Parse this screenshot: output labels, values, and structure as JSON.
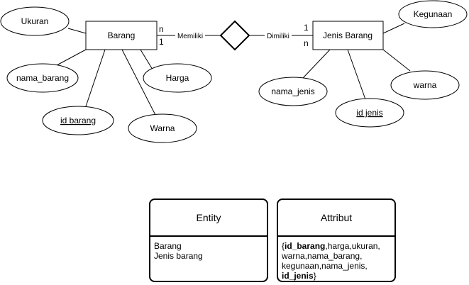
{
  "entities": {
    "barang": "Barang",
    "jenis_barang": "Jenis Barang"
  },
  "relationship": {
    "left_label": "Memiliki",
    "right_label": "Dimiliki",
    "card_n_left": "n",
    "card_1_left": "1",
    "card_1_right": "1",
    "card_n_right": "n"
  },
  "attributes": {
    "ukuran": "Ukuran",
    "nama_barang": "nama_barang",
    "id_barang": "id barang",
    "warna_barang": "Warna",
    "harga": "Harga",
    "kegunaan": "Kegunaan",
    "nama_jenis": "nama_jenis",
    "warna_jenis": "warna",
    "id_jenis": "id jenis"
  },
  "entity_panel": {
    "title": "Entity",
    "lines": [
      "Barang",
      "Jenis barang"
    ]
  },
  "attribut_panel": {
    "title": "Attribut",
    "open": "{",
    "id_barang": "id_barang",
    "rest_line1": ",harga,ukuran,",
    "line2": "warna,nama_barang,",
    "line3": "kegunaan,nama_jenis,",
    "id_jenis": "id_jenis",
    "close": "}"
  }
}
